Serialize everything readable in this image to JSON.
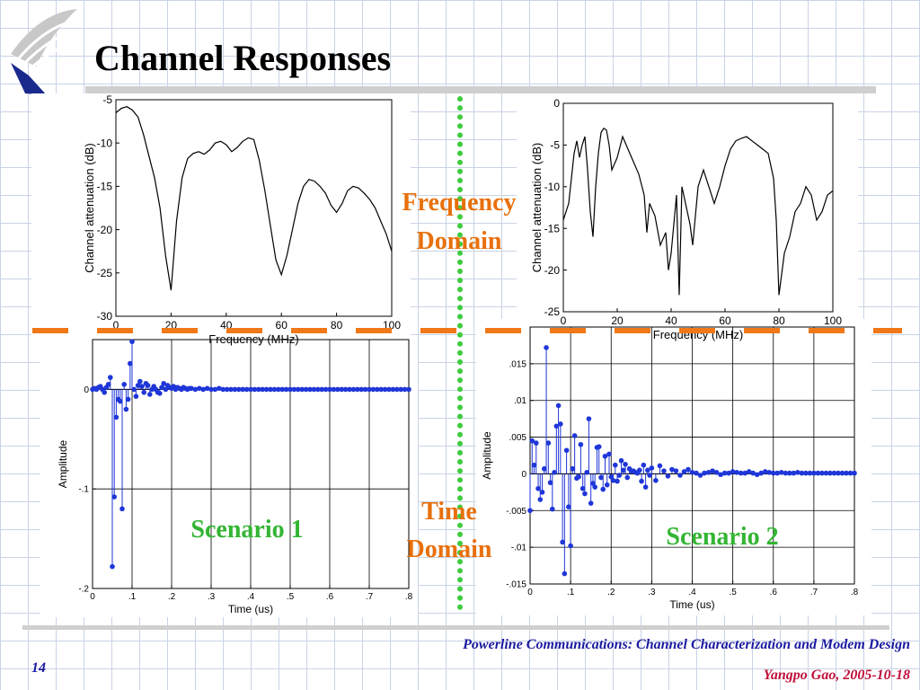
{
  "slide": {
    "title": "Channel Responses",
    "page_number": "14",
    "footer_title": "Powerline Communications: Channel Characterization and Modem Design",
    "footer_author": "Yangpo Gao, 2005-10-18",
    "label_frequency": [
      "Frequency",
      "Domain"
    ],
    "label_time": [
      "Time",
      "Domain"
    ],
    "scenario1": "Scenario 1",
    "scenario2": "Scenario 2"
  },
  "colors": {
    "title": "#000000",
    "orange_label": "#e8700c",
    "orange_dash": "#f07818",
    "green_label": "#33b533",
    "green_dots": "#3fcc3f",
    "footer_blue": "#1a1aa0",
    "footer_red": "#c0103a",
    "stem_blue": "#1f36d8"
  },
  "chart_data": [
    {
      "type": "line",
      "xlabel": "Frequency (MHz)",
      "ylabel": "Channel attenuation (dB)",
      "xlim": [
        0,
        100
      ],
      "ylim": [
        -30,
        -5
      ],
      "xticks": [
        0,
        20,
        40,
        60,
        80,
        100
      ],
      "yticks": [
        -30,
        -25,
        -20,
        -15,
        -10,
        -5
      ],
      "grid": false,
      "series": [
        {
          "x": [
            0,
            2,
            4,
            6,
            8,
            10,
            12,
            14,
            16,
            18,
            20,
            22,
            24,
            26,
            28,
            30,
            32,
            34,
            36,
            38,
            40,
            42,
            44,
            46,
            48,
            50,
            52,
            54,
            56,
            58,
            60,
            62,
            64,
            66,
            68,
            70,
            72,
            74,
            76,
            78,
            80,
            82,
            84,
            86,
            88,
            90,
            92,
            94,
            96,
            98,
            100
          ],
          "y": [
            -6.5,
            -6.0,
            -5.8,
            -6.2,
            -7.0,
            -9.0,
            -11.5,
            -14.0,
            -17.5,
            -23.0,
            -27.0,
            -19.0,
            -14.0,
            -11.8,
            -11.2,
            -11.0,
            -11.3,
            -10.8,
            -10.0,
            -9.8,
            -10.2,
            -11.0,
            -10.5,
            -9.8,
            -9.4,
            -9.6,
            -12.0,
            -15.5,
            -19.5,
            -23.5,
            -25.2,
            -23.0,
            -20.0,
            -17.0,
            -15.0,
            -14.2,
            -14.4,
            -15.0,
            -15.8,
            -17.2,
            -18.0,
            -17.0,
            -15.5,
            -15.0,
            -15.2,
            -15.8,
            -16.5,
            -17.5,
            -19.0,
            -20.5,
            -22.5
          ]
        }
      ]
    },
    {
      "type": "line",
      "xlabel": "Frequency (MHz)",
      "ylabel": "Channel attenuation (dB)",
      "xlim": [
        0,
        100
      ],
      "ylim": [
        -25,
        0
      ],
      "xticks": [
        0,
        20,
        40,
        60,
        80,
        100
      ],
      "yticks": [
        -25,
        -20,
        -15,
        -10,
        -5,
        0
      ],
      "grid": false,
      "series": [
        {
          "x": [
            0,
            2,
            3,
            4,
            5,
            6,
            7,
            8,
            9,
            10,
            11,
            12,
            13,
            14,
            15,
            16,
            17,
            18,
            20,
            22,
            24,
            26,
            28,
            30,
            31,
            32,
            34,
            36,
            38,
            39,
            40,
            42,
            43,
            44,
            46,
            47,
            48,
            50,
            52,
            54,
            56,
            58,
            60,
            62,
            64,
            66,
            68,
            70,
            72,
            74,
            76,
            78,
            79,
            80,
            82,
            84,
            86,
            88,
            90,
            92,
            94,
            96,
            98,
            100
          ],
          "y": [
            -14.0,
            -12.0,
            -9.0,
            -6.0,
            -4.5,
            -6.5,
            -5.0,
            -4.0,
            -8.0,
            -13.0,
            -16.0,
            -10.0,
            -6.0,
            -3.5,
            -3.0,
            -3.2,
            -5.0,
            -8.0,
            -6.5,
            -4.0,
            -5.5,
            -7.0,
            -8.5,
            -11.0,
            -15.5,
            -12.0,
            -13.5,
            -17.0,
            -15.5,
            -20.0,
            -18.0,
            -11.0,
            -23.0,
            -10.0,
            -13.0,
            -14.5,
            -17.0,
            -10.0,
            -8.0,
            -10.0,
            -12.0,
            -10.0,
            -7.5,
            -5.5,
            -4.5,
            -4.2,
            -4.0,
            -4.5,
            -5.0,
            -5.5,
            -6.0,
            -9.0,
            -14.0,
            -23.0,
            -18.0,
            -16.0,
            -13.0,
            -12.0,
            -10.0,
            -11.0,
            -14.0,
            -13.0,
            -11.0,
            -10.5
          ]
        }
      ]
    },
    {
      "type": "stem",
      "xlabel": "Time (us)",
      "ylabel": "Amplitude",
      "xlim": [
        0,
        0.8
      ],
      "ylim": [
        -0.2,
        0.05
      ],
      "xticks": [
        0,
        0.1,
        0.2,
        0.3,
        0.4,
        0.5,
        0.6,
        0.7,
        0.8
      ],
      "yticks": [
        -0.2,
        -0.1,
        0
      ],
      "grid": true,
      "series": [
        {
          "x": [
            0.0,
            0.005,
            0.01,
            0.015,
            0.02,
            0.025,
            0.03,
            0.035,
            0.04,
            0.045,
            0.05,
            0.055,
            0.06,
            0.065,
            0.07,
            0.075,
            0.08,
            0.085,
            0.09,
            0.095,
            0.1,
            0.105,
            0.11,
            0.115,
            0.12,
            0.125,
            0.13,
            0.135,
            0.14,
            0.145,
            0.15,
            0.155,
            0.16,
            0.165,
            0.17,
            0.175,
            0.18,
            0.185,
            0.19,
            0.195,
            0.2,
            0.205,
            0.21,
            0.215,
            0.22,
            0.225,
            0.23,
            0.235,
            0.24,
            0.245,
            0.25,
            0.26,
            0.27,
            0.28,
            0.29,
            0.3,
            0.31,
            0.32,
            0.33,
            0.34,
            0.35,
            0.36,
            0.37,
            0.38,
            0.39,
            0.4,
            0.41,
            0.42,
            0.43,
            0.44,
            0.45,
            0.46,
            0.47,
            0.48,
            0.49,
            0.5,
            0.51,
            0.52,
            0.53,
            0.54,
            0.55,
            0.56,
            0.57,
            0.58,
            0.59,
            0.6,
            0.61,
            0.62,
            0.63,
            0.64,
            0.65,
            0.66,
            0.67,
            0.68,
            0.69,
            0.7,
            0.71,
            0.72,
            0.73,
            0.74,
            0.75,
            0.76,
            0.77,
            0.78,
            0.79,
            0.8
          ],
          "y": [
            0.0,
            0.001,
            0.0,
            0.002,
            0.003,
            0.0,
            -0.003,
            0.002,
            0.005,
            0.012,
            -0.178,
            -0.108,
            -0.028,
            -0.01,
            -0.012,
            -0.12,
            0.005,
            -0.02,
            -0.01,
            0.026,
            0.048,
            0.0,
            -0.007,
            0.004,
            0.008,
            0.003,
            -0.003,
            0.006,
            0.004,
            -0.005,
            0.0,
            0.003,
            0.0,
            -0.003,
            -0.004,
            0.002,
            0.006,
            0.0,
            0.004,
            0.002,
            0.001,
            0.003,
            0.0,
            0.002,
            0.001,
            0.0,
            0.002,
            0.001,
            0.0,
            0.001,
            0.001,
            0.0,
            0.001,
            0.0,
            0.001,
            0.0,
            0.0,
            0.001,
            0.0,
            0.0,
            0.0,
            0.0,
            0.0,
            0.0,
            0.0,
            0.0,
            0.0,
            0.0,
            0.0,
            0.0,
            0.0,
            0.0,
            0.0,
            0.0,
            0.0,
            0.0,
            0.0,
            0.0,
            0.0,
            0.0,
            0.0,
            0.0,
            0.0,
            0.0,
            0.0,
            0.0,
            0.0,
            0.0,
            0.0,
            0.0,
            0.0,
            0.0,
            0.0,
            0.0,
            0.0,
            0.0,
            0.0,
            0.0,
            0.0,
            0.0,
            0.0,
            0.0,
            0.0,
            0.0,
            0.0,
            0.0
          ]
        }
      ]
    },
    {
      "type": "stem",
      "xlabel": "Time (us)",
      "ylabel": "Amplitude",
      "xlim": [
        0,
        0.8
      ],
      "ylim": [
        -0.015,
        0.02
      ],
      "xticks": [
        0,
        0.1,
        0.2,
        0.3,
        0.4,
        0.5,
        0.6,
        0.7,
        0.8
      ],
      "yticks": [
        -0.015,
        -0.01,
        -0.005,
        0,
        0.005,
        0.01,
        0.015
      ],
      "grid": true,
      "series": [
        {
          "x": [
            0.0,
            0.005,
            0.01,
            0.015,
            0.02,
            0.025,
            0.03,
            0.035,
            0.04,
            0.045,
            0.05,
            0.055,
            0.06,
            0.065,
            0.07,
            0.075,
            0.08,
            0.085,
            0.09,
            0.095,
            0.1,
            0.105,
            0.11,
            0.115,
            0.12,
            0.125,
            0.13,
            0.135,
            0.14,
            0.145,
            0.15,
            0.155,
            0.16,
            0.165,
            0.17,
            0.175,
            0.18,
            0.185,
            0.19,
            0.195,
            0.2,
            0.205,
            0.21,
            0.215,
            0.22,
            0.225,
            0.23,
            0.235,
            0.24,
            0.245,
            0.25,
            0.255,
            0.26,
            0.265,
            0.27,
            0.275,
            0.28,
            0.285,
            0.29,
            0.295,
            0.3,
            0.31,
            0.32,
            0.33,
            0.34,
            0.35,
            0.36,
            0.37,
            0.38,
            0.39,
            0.4,
            0.41,
            0.42,
            0.43,
            0.44,
            0.45,
            0.46,
            0.47,
            0.48,
            0.49,
            0.5,
            0.51,
            0.52,
            0.53,
            0.54,
            0.55,
            0.56,
            0.57,
            0.58,
            0.59,
            0.6,
            0.61,
            0.62,
            0.63,
            0.64,
            0.65,
            0.66,
            0.67,
            0.68,
            0.69,
            0.7,
            0.71,
            0.72,
            0.73,
            0.74,
            0.75,
            0.76,
            0.77,
            0.78,
            0.79,
            0.8
          ],
          "y": [
            -0.005,
            0.0045,
            0.0012,
            0.0042,
            -0.002,
            -0.0035,
            -0.0025,
            0.0007,
            0.0172,
            0.0042,
            -0.0012,
            -0.0048,
            0.0002,
            0.0065,
            0.0093,
            0.0068,
            -0.0093,
            -0.0136,
            0.0032,
            -0.0045,
            -0.0098,
            0.0007,
            0.0052,
            -0.0006,
            -0.0004,
            0.004,
            -0.002,
            -0.0027,
            0.0002,
            0.0075,
            -0.004,
            -0.0013,
            -0.0018,
            0.0036,
            0.0037,
            -0.0005,
            -0.0021,
            0.0024,
            -0.0015,
            0.0027,
            -0.0004,
            -0.0009,
            0.0012,
            -0.001,
            -0.0002,
            0.0018,
            0.0005,
            0.0013,
            -0.0005,
            0.0007,
            0.0004,
            0.0004,
            0.0002,
            0.0001,
            0.0005,
            -0.001,
            0.0012,
            -0.0018,
            0.0005,
            -0.0002,
            0.0008,
            -0.0009,
            0.0011,
            0.0004,
            -0.0003,
            0.0006,
            0.0004,
            -0.0002,
            0.0003,
            0.0006,
            0.0002,
            0.0001,
            -0.0002,
            0.0001,
            0.0002,
            0.0004,
            0.0002,
            -0.0001,
            0.0001,
            0.0001,
            0.0003,
            0.0002,
            0.0001,
            0.0001,
            0.0003,
            0.0001,
            -0.0001,
            0.0001,
            0.0003,
            0.0002,
            0.0001,
            0.0001,
            0.0002,
            0.0001,
            0.0001,
            0.0001,
            0.0002,
            0.0001,
            0.0001,
            0.0001,
            0.0001,
            0.0001,
            0.0001,
            0.0001,
            0.0001,
            0.0001,
            0.0001,
            0.0001,
            0.0001,
            0.0001,
            0.0001
          ]
        }
      ]
    }
  ]
}
